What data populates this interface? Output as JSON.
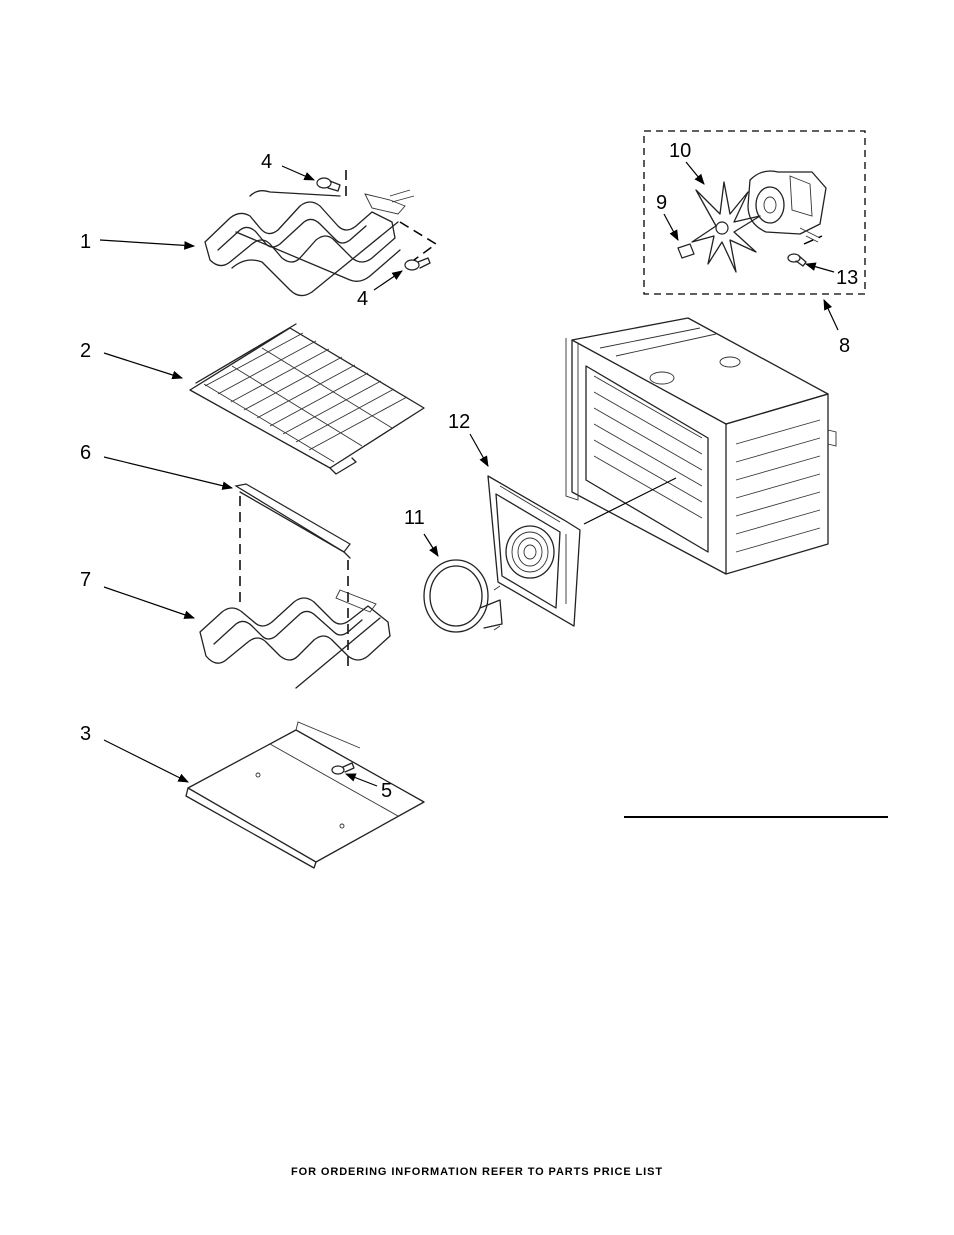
{
  "callouts": {
    "c1": "1",
    "c2": "2",
    "c3": "3",
    "c4a": "4",
    "c4b": "4",
    "c5": "5",
    "c6": "6",
    "c7": "7",
    "c8": "8",
    "c9": "9",
    "c10": "10",
    "c11": "11",
    "c12": "12",
    "c13": "13"
  },
  "footer": {
    "text": "FOR ORDERING INFORMATION REFER TO PARTS PRICE LIST"
  }
}
